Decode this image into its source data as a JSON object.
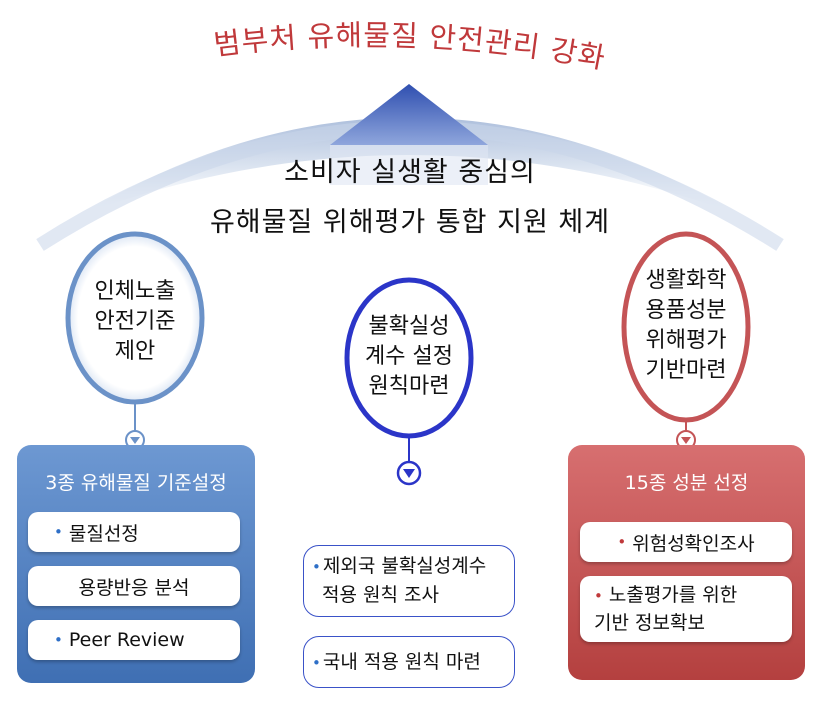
{
  "title": "범부처 유해물질 안전관리 강화",
  "center": {
    "line1": "소비자 실생활 중심의",
    "line2": "유해물질 위해평가 통합 지원 체계"
  },
  "left": {
    "circle": [
      "인체노출",
      "안전기준",
      "제안"
    ],
    "panel_title": "3종 유해물질 기준설정",
    "items": [
      "물질선정",
      "용량반응 분석",
      "Peer Review"
    ]
  },
  "middle": {
    "circle": [
      "불확실성",
      "계수 설정",
      "원칙마련"
    ],
    "items": [
      [
        "제외국 불확실성계수",
        "적용 원칙 조사"
      ],
      [
        "국내 적용 원칙 마련"
      ]
    ]
  },
  "right": {
    "circle": [
      "생활화학",
      "용품성분",
      "위해평가",
      "기반마련"
    ],
    "panel_title": "15종 성분 선정",
    "items": [
      [
        "위험성확인조사"
      ],
      [
        "노출평가를 위한",
        "기반 정보확보"
      ]
    ]
  },
  "colors": {
    "title": "#c0393b",
    "left_panel": "#4a7cc0",
    "right_panel": "#c45456",
    "middle_accent": "#2b35c8",
    "arrow": "#2f4fb0"
  }
}
